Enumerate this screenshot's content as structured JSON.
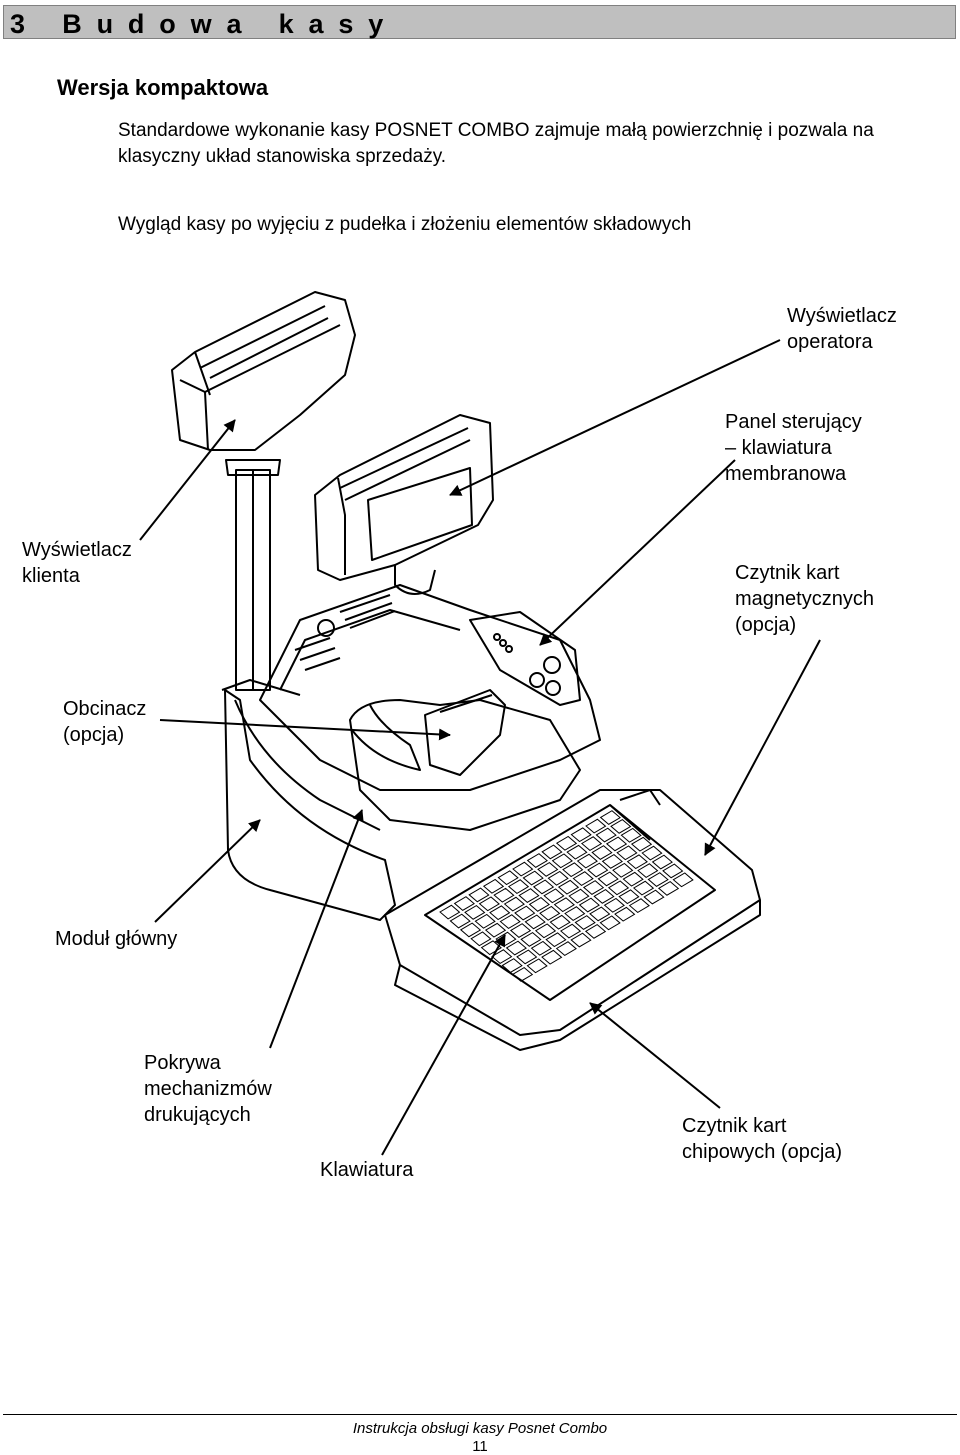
{
  "chapter": {
    "title": "3 Budowa kasy"
  },
  "section": {
    "title": "Wersja kompaktowa"
  },
  "paragraphs": {
    "intro": "Standardowe wykonanie kasy POSNET COMBO zajmuje małą powierzchnię i pozwala na klasyczny układ stanowiska sprzedaży.",
    "caption": "Wygląd kasy po wyjęciu z pudełka i złożeniu elementów składowych"
  },
  "callouts": {
    "operator_display": [
      "Wyświetlacz",
      "operatora"
    ],
    "control_panel": [
      "Panel sterujący",
      "– klawiatura",
      "membranowa"
    ],
    "customer_display": [
      "Wyświetlacz",
      "klienta"
    ],
    "magnetic_reader": [
      "Czytnik kart",
      "magnetycznych",
      "(opcja)"
    ],
    "cutter": [
      "Obcinacz",
      "(opcja)"
    ],
    "main_module": [
      "Moduł główny"
    ],
    "printer_cover": [
      "Pokrywa",
      "mechanizmów",
      "drukujących"
    ],
    "keyboard": [
      "Klawiatura"
    ],
    "chip_reader": [
      "Czytnik kart",
      "chipowych (opcja)"
    ]
  },
  "footer": {
    "text": "Instrukcja obsługi kasy Posnet Combo",
    "page": "11"
  }
}
